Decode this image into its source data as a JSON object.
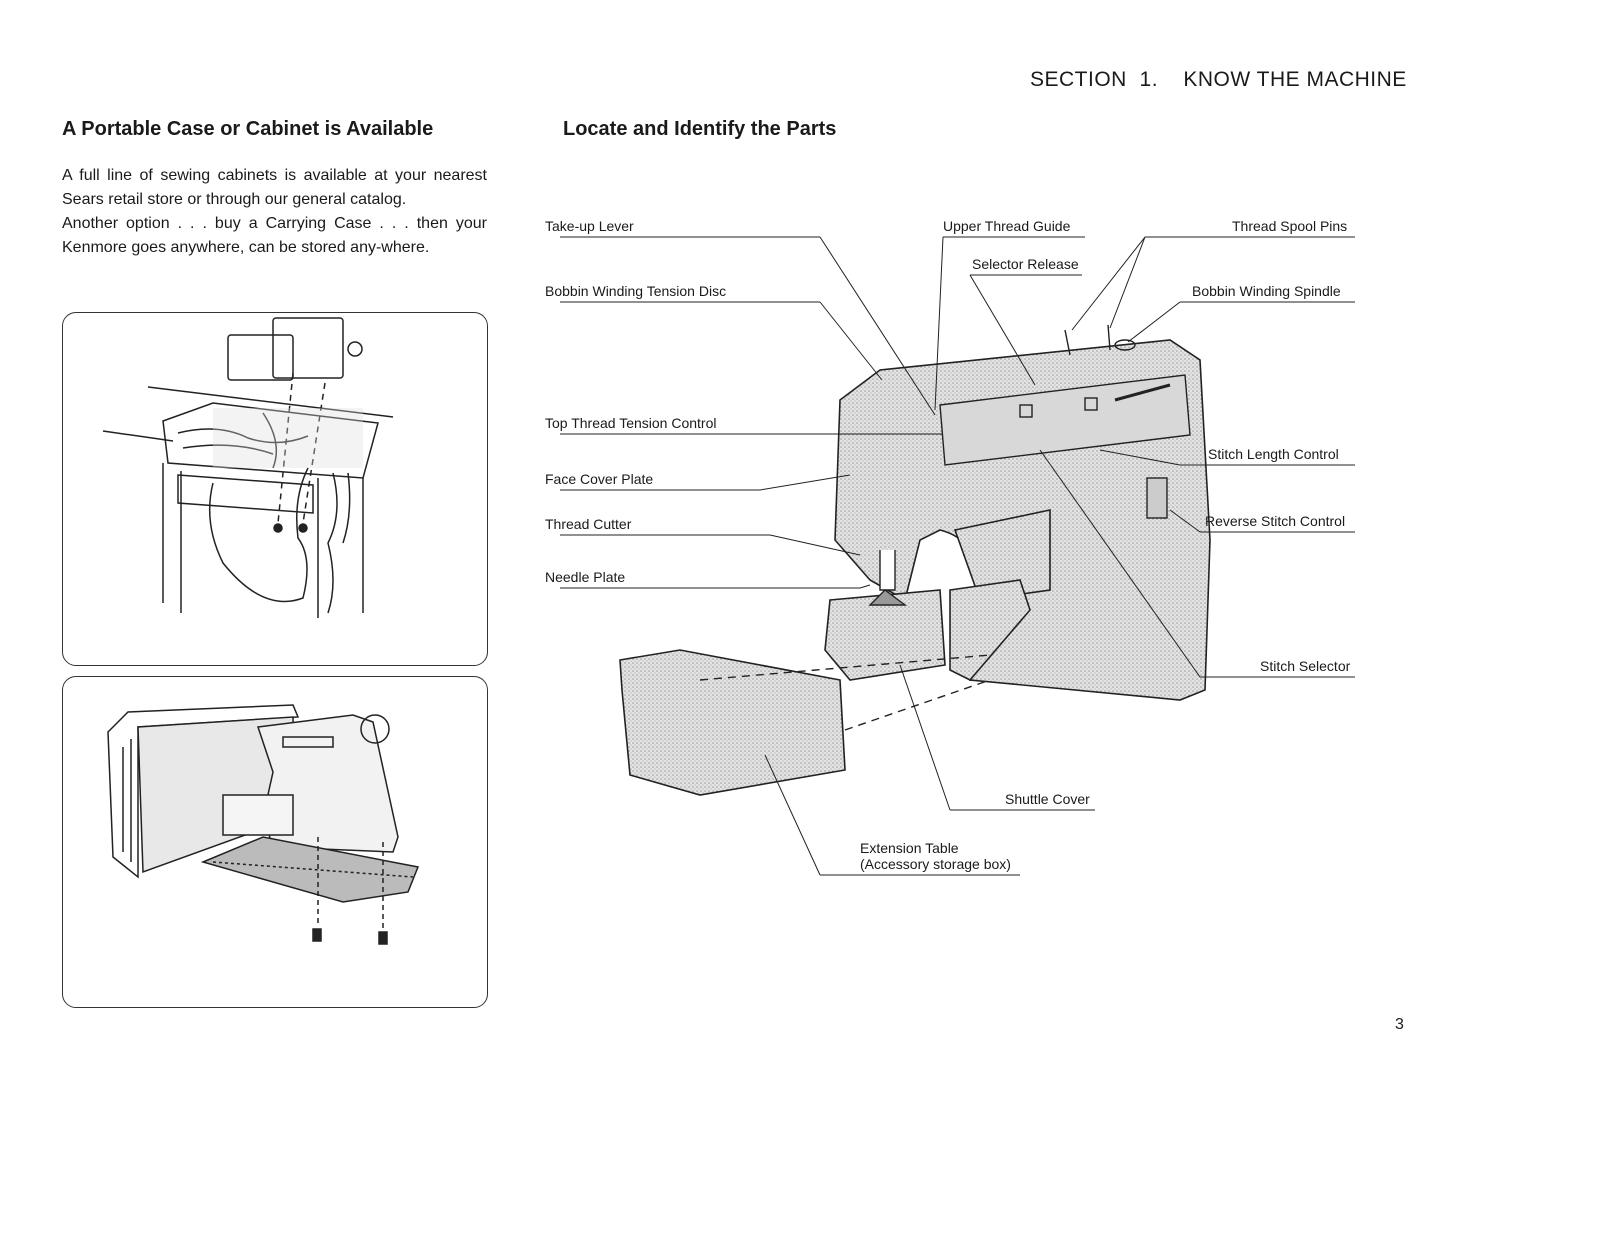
{
  "header": {
    "section": "SECTION  1.    KNOW THE MACHINE"
  },
  "left": {
    "heading": "A Portable Case or Cabinet is Available",
    "para1": "A full line of sewing cabinets is available at your nearest Sears retail store or through our general catalog.",
    "para2": "Another option . . . buy a Carrying Case . . . then your Kenmore goes anywhere, can be stored any-where."
  },
  "right": {
    "heading": "Locate and Identify the Parts",
    "labels": {
      "take_up_lever": "Take-up Lever",
      "upper_thread_guide": "Upper Thread Guide",
      "thread_spool_pins": "Thread Spool Pins",
      "selector_release": "Selector Release",
      "bobbin_winding_tension_disc": "Bobbin Winding Tension Disc",
      "bobbin_winding_spindle": "Bobbin Winding Spindle",
      "top_thread_tension_control": "Top Thread Tension Control",
      "stitch_length_control": "Stitch Length Control",
      "face_cover_plate": "Face Cover Plate",
      "reverse_stitch_control": "Reverse Stitch Control",
      "thread_cutter": "Thread Cutter",
      "needle_plate": "Needle Plate",
      "stitch_selector": "Stitch Selector",
      "shuttle_cover": "Shuttle Cover",
      "extension_table_line1": "Extension Table",
      "extension_table_line2": "(Accessory storage box)"
    }
  },
  "page_number": "3"
}
